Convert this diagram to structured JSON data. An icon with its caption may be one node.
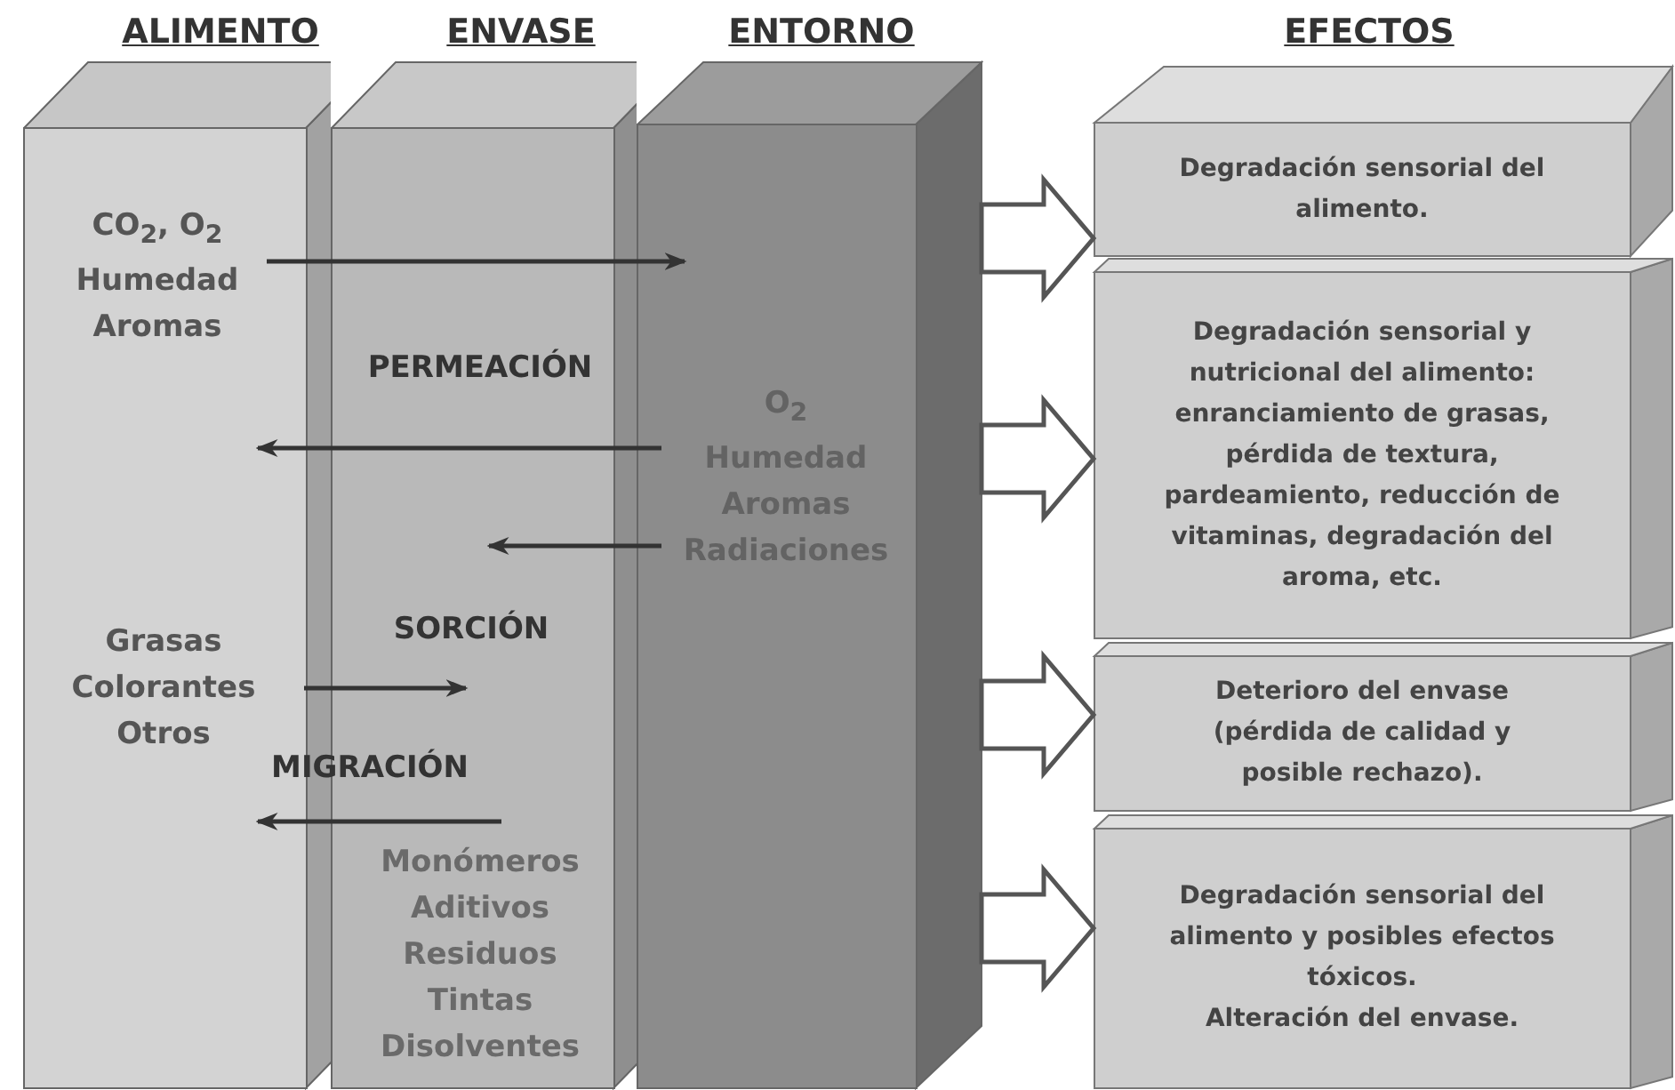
{
  "diagram": {
    "nodes": [
      {
        "text": [
          "ALIMENTO"
        ]
      },
      {
        "text": [
          "ENVASE"
        ]
      },
      {
        "text": [
          "ENTORNO"
        ]
      },
      {
        "text": [
          "CO$_{2}$, O$_{2}$",
          "Humedad",
          "Aromas"
        ],
        "in": 0
      },
      {
        "text": [
          "O$_{2}$",
          "Humedad",
          "Aromas",
          "Radiaciones"
        ],
        "in": 2
      },
      {
        "text": [
          "Grasas",
          "Colorantes",
          "Otros"
        ],
        "in": 0
      },
      {
        "text": [
          "Monómeros",
          "Aditivos",
          "Residuos",
          "Tintas",
          "Disolventes"
        ],
        "in": 1
      },
      {
        "text": [
          "Degradación sensorial del alimento."
        ]
      },
      {
        "text": [
          "Degradación sensorial y nutricional del alimento: enranciamiento de grasas, pérdida de textura, pardeamiento, reducción de vitaminas, degradación del aroma, etc."
        ]
      },
      {
        "text": [
          "Deterioro del envase (pérdida de calidad y posible rechazo)."
        ]
      },
      {
        "text": [
          "Degradación sensorial del alimento y posibles efectos tóxicos.",
          "Alteración del envase."
        ]
      }
    ],
    "edges": [
      {
        "from": 3,
        "to": 2,
        "arrow": "to"
      },
      {
        "from": 4,
        "to": 0,
        "arrow": "to"
      },
      {
        "from": 4,
        "to": 1,
        "arrow": "to"
      },
      {
        "from": 5,
        "to": 1,
        "arrow": "to"
      },
      {
        "from": 6,
        "to": 0,
        "arrow": "to"
      },
      {
        "from": 2,
        "to": 7,
        "arrow": "to",
        "style": "thick"
      },
      {
        "from": 2,
        "to": 8,
        "arrow": "to",
        "style": "thick"
      },
      {
        "from": 2,
        "to": 9,
        "arrow": "to",
        "style": "thick"
      },
      {
        "from": 2,
        "to": 10,
        "arrow": "to",
        "style": "thick"
      }
    ],
    "labels": [
      "EFECTOS",
      "PERMEACIÓN",
      "SORCIÓN",
      "MIGRACIÓN"
    ]
  }
}
